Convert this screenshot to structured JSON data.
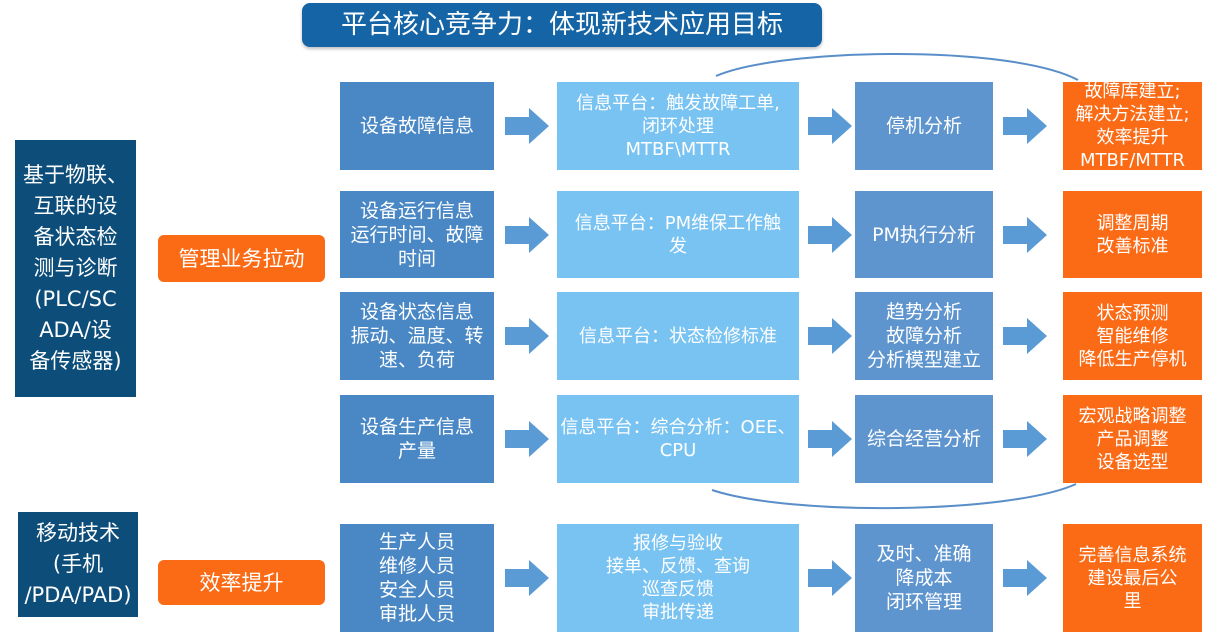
{
  "title": "平台核心竞争力：体现新技术应用目标",
  "left_blocks": {
    "iot": [
      "基于物联、",
      "互联的设",
      "备状态检",
      "测与诊断",
      "(PLC/SC",
      "ADA/设",
      "备传感器)"
    ],
    "mobile": [
      "移动技术",
      "(手机",
      "/PDA/PAD)"
    ]
  },
  "drivers": {
    "management": "管理业务拉动",
    "efficiency": "效率提升"
  },
  "rows": [
    {
      "source": [
        "设备故障信息"
      ],
      "platform": [
        "信息平台：触发故障工单,",
        "闭环处理",
        "MTBF\\MTTR"
      ],
      "analysis": [
        "停机分析"
      ],
      "result": [
        "故障库建立;",
        "解决方法建立;",
        "效率提升",
        "MTBF/MTTR"
      ]
    },
    {
      "source": [
        "设备运行信息",
        "运行时间、故障",
        "时间"
      ],
      "platform": [
        "信息平台：PM维保工作触",
        "发"
      ],
      "analysis": [
        "PM执行分析"
      ],
      "result": [
        "调整周期",
        "改善标准"
      ]
    },
    {
      "source": [
        "设备状态信息",
        "振动、温度、转",
        "速、负荷"
      ],
      "platform": [
        "信息平台：状态检修标准"
      ],
      "analysis": [
        "趋势分析",
        "故障分析",
        "分析模型建立"
      ],
      "result": [
        "状态预测",
        "智能维修",
        "降低生产停机"
      ]
    },
    {
      "source": [
        "设备生产信息",
        "产量"
      ],
      "platform": [
        "信息平台：综合分析：OEE、",
        "CPU"
      ],
      "analysis": [
        "综合经营分析"
      ],
      "result": [
        "宏观战略调整",
        "产品调整",
        "设备选型"
      ]
    },
    {
      "source": [
        "生产人员",
        "维修人员",
        "安全人员",
        "审批人员"
      ],
      "platform": [
        "报修与验收",
        "接单、反馈、查询",
        "巡查反馈",
        "审批传递"
      ],
      "analysis": [
        "及时、准确",
        "降成本",
        "闭环管理"
      ],
      "result": [
        "完善信息系统",
        "建设最后公",
        "里"
      ]
    }
  ],
  "colors": {
    "title_bg": "#1565a6",
    "left_dark": "#0d4d7a",
    "orange": "#fb6a15",
    "source_blue": "#4a88c5",
    "platform_blue": "#79c3f2",
    "analysis_blue": "#5f95cf",
    "arrow_blue": "#5b9bd5",
    "loop_arc": "#5a8ec8"
  }
}
